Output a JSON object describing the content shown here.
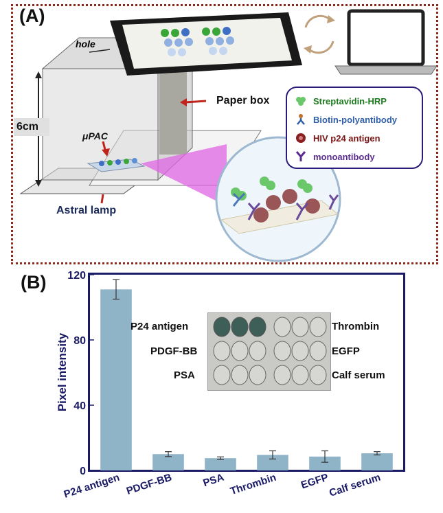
{
  "panel_a": {
    "letter": "(A)",
    "labels": {
      "hole": "hole",
      "paper_box": "Paper box",
      "height": "6cm",
      "upac": "μPAC",
      "astral_lamp": "Astral lamp"
    },
    "legend": [
      {
        "label": "Streptavidin-HRP",
        "color": "#1e7a1e",
        "icon": "hrp-cluster-icon"
      },
      {
        "label": "Biotin-polyantibody",
        "color": "#2f5fa8",
        "icon": "polyantibody-icon"
      },
      {
        "label": "HIV p24 antigen",
        "color": "#7a1414",
        "icon": "antigen-sphere-icon"
      },
      {
        "label": "monoantibody",
        "color": "#5b2c8f",
        "icon": "monoantibody-icon"
      }
    ]
  },
  "panel_b": {
    "letter": "(B)",
    "inset": {
      "left_labels": [
        "P24 antigen",
        "PDGF-BB",
        "PSA"
      ],
      "right_labels": [
        "Thrombin",
        "EGFP",
        "Calf serum"
      ]
    }
  },
  "chart_data": {
    "type": "bar",
    "categories": [
      "P24 antigen",
      "PDGF-BB",
      "PSA",
      "Thrombin",
      "EGFP",
      "Calf serum"
    ],
    "values": [
      111,
      10,
      7.5,
      9.5,
      8.5,
      10.5
    ],
    "errors": [
      6,
      1.5,
      0.8,
      2.5,
      3.5,
      1
    ],
    "ylabel": "Pixel intensity",
    "xlabel": "",
    "ylim": [
      0,
      120
    ],
    "yticks": [
      0,
      40,
      80,
      120
    ],
    "bar_color": "#8fb3c7",
    "grid": false
  }
}
